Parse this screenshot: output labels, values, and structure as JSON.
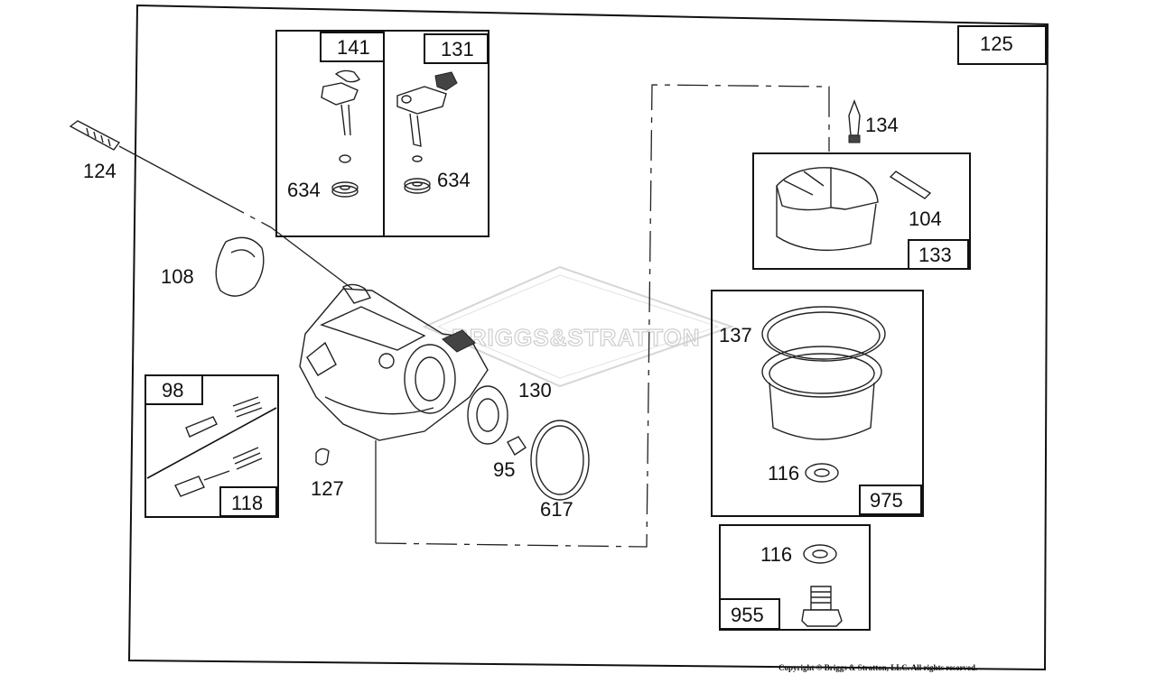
{
  "diagram": {
    "main_ref": "125",
    "watermark": "BRIGGS&STRATTON",
    "copyright": "Copyright © Briggs & Stratton, LLC. All rights reserved.",
    "boxes": {
      "kit_141": "141",
      "kit_131": "131",
      "kit_98": "98",
      "kit_118": "118",
      "kit_133": "133",
      "kit_975": "975",
      "kit_955": "955"
    },
    "callouts": {
      "p124": "124",
      "p108": "108",
      "p634a": "634",
      "p634b": "634",
      "p130": "130",
      "p95": "95",
      "p617": "617",
      "p127": "127",
      "p134": "134",
      "p104": "104",
      "p137": "137",
      "p116a": "116",
      "p116b": "116"
    }
  }
}
